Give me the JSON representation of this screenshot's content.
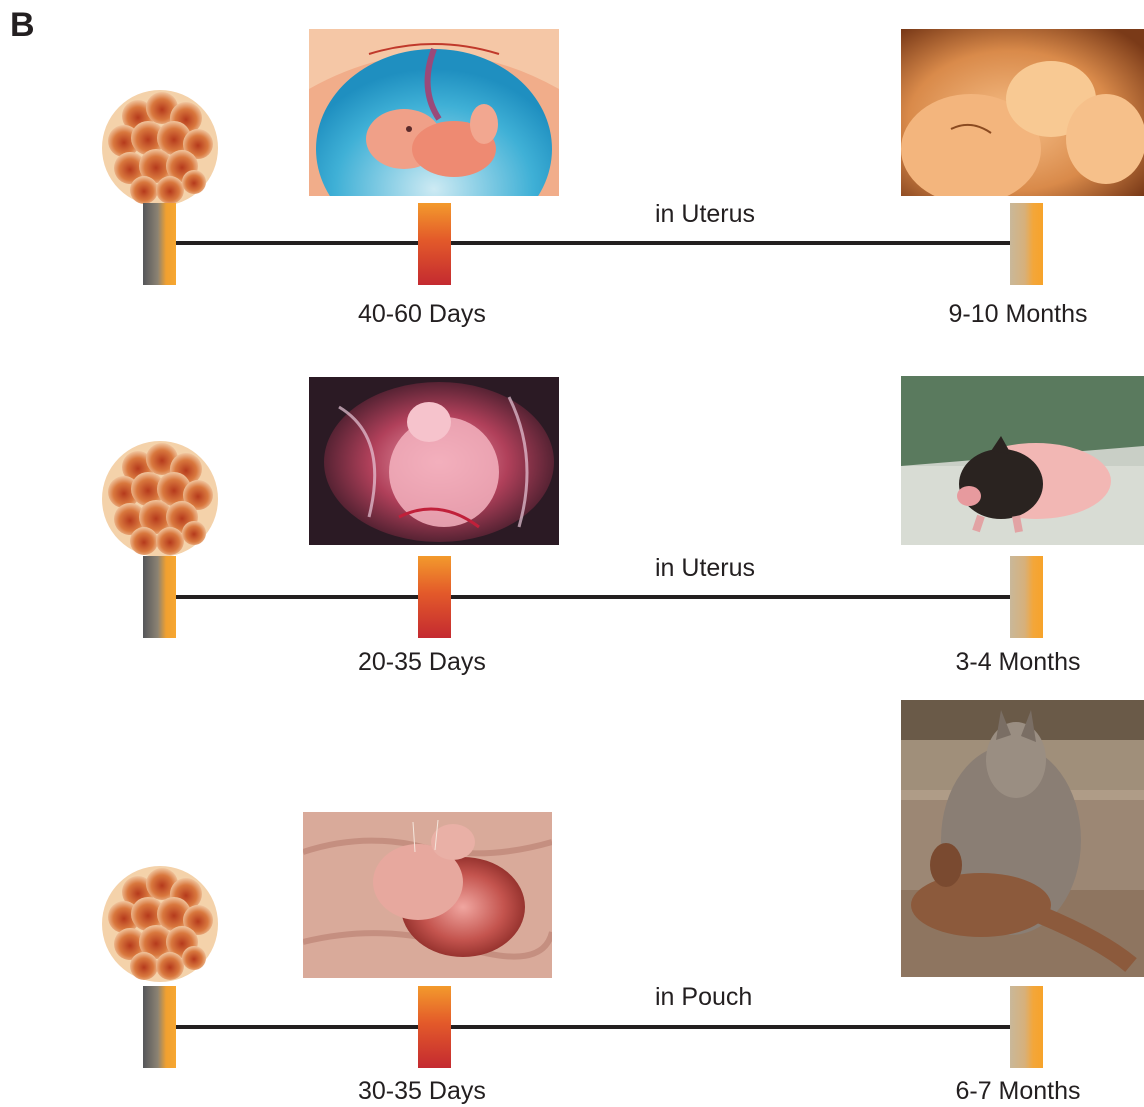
{
  "panel_label": "B",
  "rows": [
    {
      "location_label": "in Uterus",
      "mid_label": "40-60 Days",
      "end_label": "9-10 Months",
      "mid_image": "human-fetus-illustration",
      "end_image": "human-newborn-photo"
    },
    {
      "location_label": "in Uterus",
      "mid_label": "20-35 Days",
      "end_label": "3-4 Months",
      "mid_image": "pig-embryo-photo",
      "end_image": "piglet-photo"
    },
    {
      "location_label": "in Pouch",
      "mid_label": "30-35 Days",
      "end_label": "6-7 Months",
      "mid_image": "marsupial-pouch-young-photo",
      "end_image": "wallaby-with-joey-photo"
    }
  ],
  "colors": {
    "timeline": "#231f20",
    "bar_start": "#55565a",
    "bar_mid": "#c42a30",
    "bar_end": "#f7a32a"
  }
}
